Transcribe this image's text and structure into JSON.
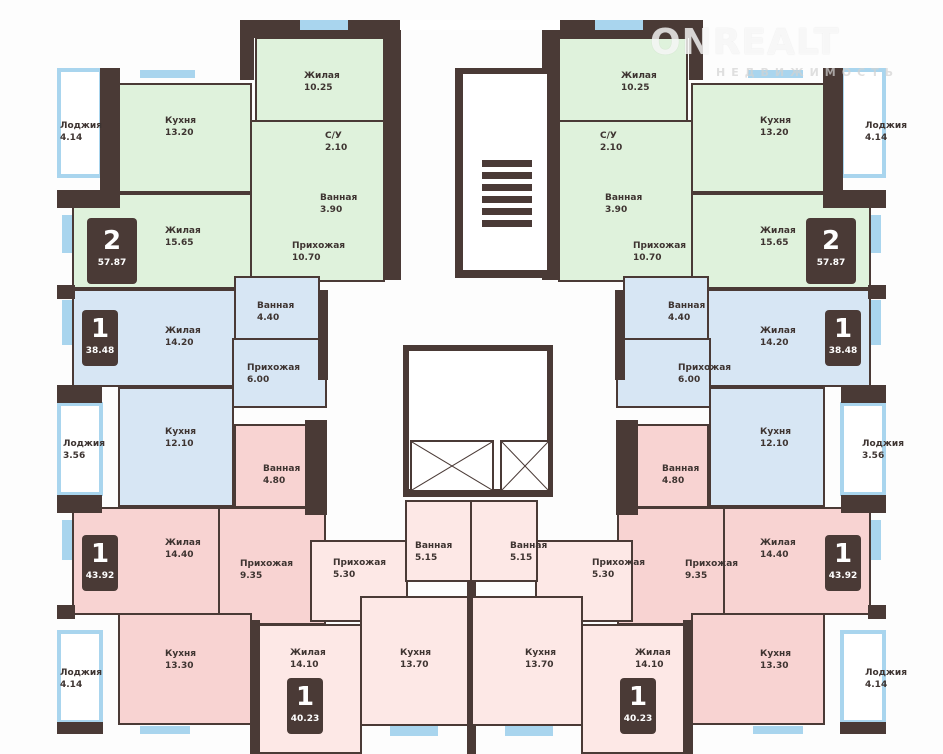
{
  "plan": {
    "left": {
      "rooms": [
        {
          "name": "Жилая",
          "area": "10.25"
        },
        {
          "name": "Кухня",
          "area": "13.20"
        },
        {
          "name": "Лоджия",
          "area": "4.14"
        },
        {
          "name": "С/У",
          "area": "2.10"
        },
        {
          "name": "Ванная",
          "area": "3.90"
        },
        {
          "name": "Жилая",
          "area": "15.65"
        },
        {
          "name": "Прихожая",
          "area": "10.70"
        },
        {
          "name": "Ванная",
          "area": "4.40"
        },
        {
          "name": "Жилая",
          "area": "14.20"
        },
        {
          "name": "Прихожая",
          "area": "6.00"
        },
        {
          "name": "Кухня",
          "area": "12.10"
        },
        {
          "name": "Лоджия",
          "area": "3.56"
        },
        {
          "name": "Ванная",
          "area": "4.80"
        },
        {
          "name": "Жилая",
          "area": "14.40"
        },
        {
          "name": "Прихожая",
          "area": "9.35"
        },
        {
          "name": "Кухня",
          "area": "13.30"
        },
        {
          "name": "Лоджия",
          "area": "4.14"
        },
        {
          "name": "Прихожая",
          "area": "5.30"
        },
        {
          "name": "Жилая",
          "area": "14.10"
        },
        {
          "name": "Кухня",
          "area": "13.70"
        },
        {
          "name": "Ванная",
          "area": "5.15"
        }
      ],
      "badges": [
        {
          "rooms": "2",
          "area": "57.87"
        },
        {
          "rooms": "1",
          "area": "38.48"
        },
        {
          "rooms": "1",
          "area": "43.92"
        },
        {
          "rooms": "1",
          "area": "40.23"
        }
      ]
    },
    "right": {
      "rooms": [
        {
          "name": "Жилая",
          "area": "10.25"
        },
        {
          "name": "Кухня",
          "area": "13.20"
        },
        {
          "name": "Лоджия",
          "area": "4.14"
        },
        {
          "name": "С/У",
          "area": "2.10"
        },
        {
          "name": "Ванная",
          "area": "3.90"
        },
        {
          "name": "Жилая",
          "area": "15.65"
        },
        {
          "name": "Прихожая",
          "area": "10.70"
        },
        {
          "name": "Ванная",
          "area": "4.40"
        },
        {
          "name": "Жилая",
          "area": "14.20"
        },
        {
          "name": "Прихожая",
          "area": "6.00"
        },
        {
          "name": "Кухня",
          "area": "12.10"
        },
        {
          "name": "Лоджия",
          "area": "3.56"
        },
        {
          "name": "Ванная",
          "area": "4.80"
        },
        {
          "name": "Жилая",
          "area": "14.40"
        },
        {
          "name": "Прихожая",
          "area": "9.35"
        },
        {
          "name": "Кухня",
          "area": "13.30"
        },
        {
          "name": "Лоджия",
          "area": "4.14"
        },
        {
          "name": "Прихожая",
          "area": "5.30"
        },
        {
          "name": "Жилая",
          "area": "14.10"
        },
        {
          "name": "Кухня",
          "area": "13.70"
        },
        {
          "name": "Ванная",
          "area": "5.15"
        }
      ],
      "badges": [
        {
          "rooms": "2",
          "area": "57.87"
        },
        {
          "rooms": "1",
          "area": "38.48"
        },
        {
          "rooms": "1",
          "area": "43.92"
        },
        {
          "rooms": "1",
          "area": "40.23"
        }
      ]
    }
  },
  "watermark": {
    "brand": "ONREALT",
    "sub": "НЕДВИЖИМОСТЬ"
  }
}
